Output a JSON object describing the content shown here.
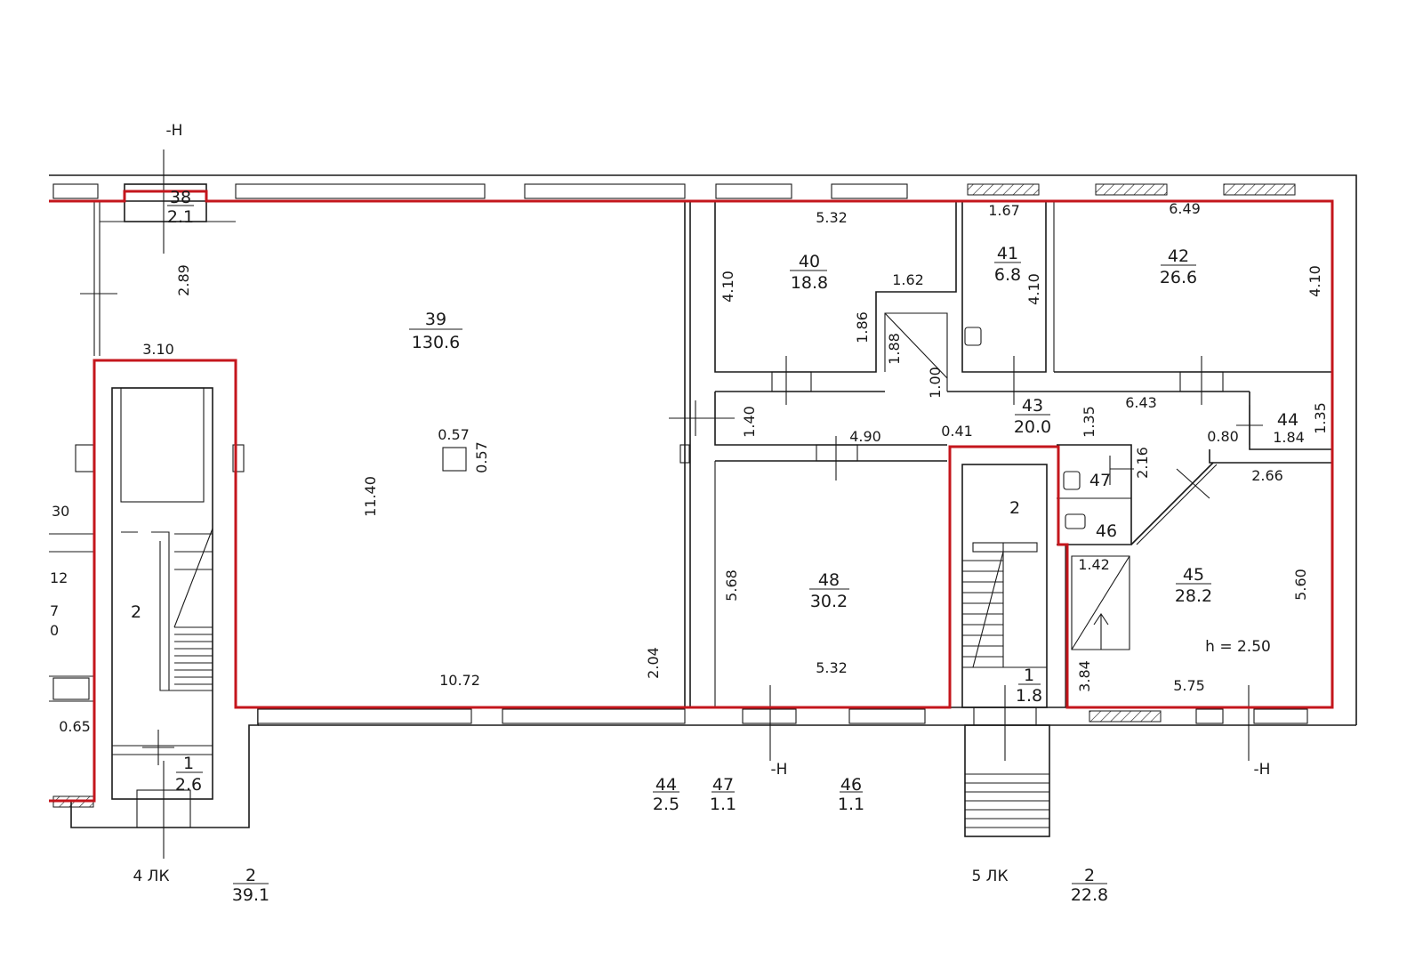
{
  "rooms": {
    "r38": {
      "num": "38",
      "area": "2.1"
    },
    "r39": {
      "num": "39",
      "area": "130.6"
    },
    "r40": {
      "num": "40",
      "area": "18.8"
    },
    "r41": {
      "num": "41",
      "area": "6.8"
    },
    "r42": {
      "num": "42",
      "area": "26.6"
    },
    "r43": {
      "num": "43",
      "area": "20.0"
    },
    "r44": {
      "num": "44"
    },
    "r47": {
      "num": "47"
    },
    "r46": {
      "num": "46"
    },
    "r48": {
      "num": "48",
      "area": "30.2"
    },
    "r45": {
      "num": "45",
      "area": "28.2"
    },
    "r1a": {
      "num": "1",
      "area": "2.6"
    },
    "r1b": {
      "num": "1",
      "area": "1.8"
    },
    "stair_left": "2",
    "stair_mid": "2"
  },
  "dims": {
    "d5_32_top": "5.32",
    "d1_67": "1.67",
    "d6_49": "6.49",
    "d2_89": "2.89",
    "d4_10_a": "4.10",
    "d1_62": "1.62",
    "d1_86": "1.86",
    "d1_88": "1.88",
    "d1_00": "1.00",
    "d4_10_b": "4.10",
    "d4_10_c": "4.10",
    "d3_10": "3.10",
    "d0_57_h": "0.57",
    "d0_57_v": "0.57",
    "d1_40": "1.40",
    "d4_90": "4.90",
    "d0_41": "0.41",
    "d1_35_a": "1.35",
    "d6_43": "6.43",
    "d1_35_b": "1.35",
    "d0_80": "0.80",
    "d1_84": "1.84",
    "d2_16": "2.16",
    "d2_66": "2.66",
    "d11_40": "11.40",
    "d5_68": "5.68",
    "d1_42": "1.42",
    "d5_60": "5.60",
    "h_label": "h  =  2.50",
    "d2_04": "2.04",
    "d10_72": "10.72",
    "d5_32_bot": "5.32",
    "d3_84": "3.84",
    "d5_75": "5.75",
    "d0_65": "0.65",
    "frag_30": "30",
    "frag_12": "12",
    "frag_7": "7",
    "frag_0": "0"
  },
  "legend": {
    "l44": {
      "num": "44",
      "area": "2.5"
    },
    "l47": {
      "num": "47",
      "area": "1.1"
    },
    "l46": {
      "num": "46",
      "area": "1.1"
    },
    "l2a": {
      "num": "2",
      "area": "39.1"
    },
    "l2b": {
      "num": "2",
      "area": "22.8"
    }
  },
  "sections": {
    "h_top": "-Н",
    "h_mid": "-Н",
    "h_right": "-Н",
    "lk4": "4 ЛК",
    "lk5": "5 ЛК"
  },
  "colors": {
    "boundary": "#c4161c",
    "line": "#1a1a1a"
  }
}
